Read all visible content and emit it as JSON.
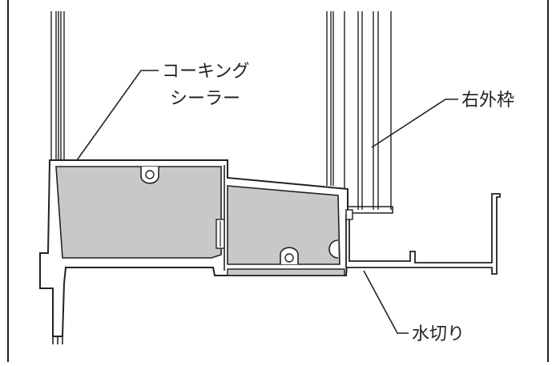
{
  "labels": {
    "caulking_sealer_line1": "コーキング",
    "caulking_sealer_line2": "シーラー",
    "right_outer_frame": "右外枠",
    "water_drip": "水切り"
  },
  "colors": {
    "stroke": "#222222",
    "fill_gray": "#c8c8c8",
    "background": "#ffffff"
  }
}
